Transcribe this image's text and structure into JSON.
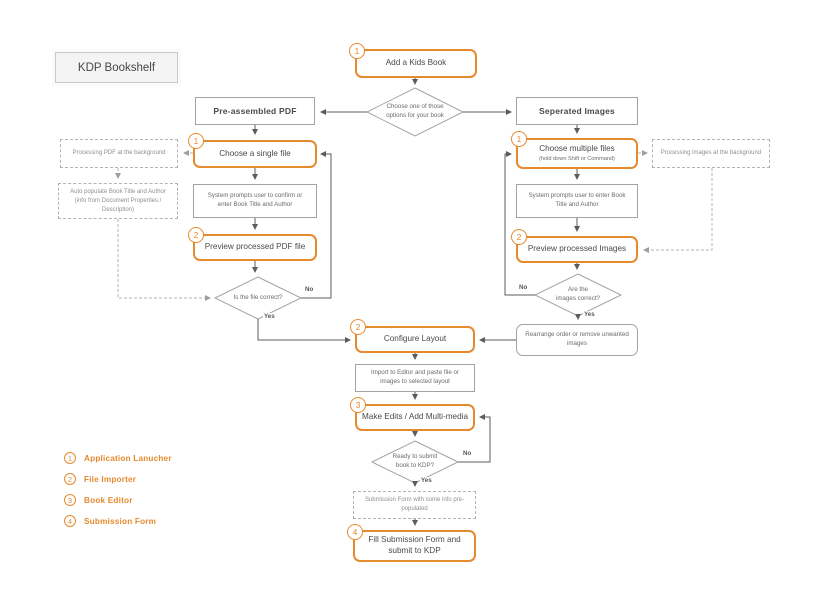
{
  "palette": {
    "accent_orange": "#e68a2e",
    "box_border_grey": "#a3a3a3",
    "dashed_grey": "#b3b3b3",
    "connector_grey": "#5c5c5c",
    "text_dark": "#4a4a4a",
    "text_muted": "#6b6b6b"
  },
  "title_box": {
    "label": "KDP Bookshelf"
  },
  "nodes": {
    "add_kids_book": {
      "badge": "1",
      "label": "Add a Kids Book"
    },
    "choose_options": {
      "line1": "Choose one of those",
      "line2": "options for your book"
    },
    "pre_assembled_pdf": {
      "label": "Pre-assembled PDF"
    },
    "seperated_images": {
      "label": "Seperated Images"
    },
    "processing_pdf": {
      "label": "Processing PDF at the background"
    },
    "choose_single_file": {
      "badge": "1",
      "label": "Choose a single file"
    },
    "choose_multiple_files": {
      "badge": "1",
      "label": "Choose multiple files",
      "sublabel": "(hold down Shift or Command)"
    },
    "processing_images": {
      "label": "Processing images at the background"
    },
    "auto_populate": {
      "line1": "Auto populate Book Title and Author",
      "line2": "(info from Document Properties / Description)"
    },
    "system_prompts_confirm": {
      "label": "System prompts user to confirm or enter Book Title and Author"
    },
    "system_prompts_enter": {
      "label": "System prompts user to enter Book Title and Author"
    },
    "preview_pdf": {
      "badge": "2",
      "label": "Preview processed PDF file"
    },
    "preview_images": {
      "badge": "2",
      "label": "Preview processed  Images"
    },
    "file_correct": {
      "question": "Is the file correct?",
      "yes": "Yes",
      "no": "No"
    },
    "images_correct": {
      "line1": "Are the",
      "line2": "images correct?",
      "yes": "Yes",
      "no": "No"
    },
    "configure_layout": {
      "badge": "2",
      "label": "Configure Layout"
    },
    "rearrange": {
      "label": "Rearrange order or remove unwanted images"
    },
    "import_editor": {
      "label": "Import to Editor and paste file or images to selected layout"
    },
    "make_edits": {
      "badge": "3",
      "label": "Make Edits / Add Multi-media"
    },
    "ready_submit": {
      "line1": "Ready to submit",
      "line2": "book to KDP?",
      "yes": "Yes",
      "no": "No"
    },
    "submission_form": {
      "label": "Submission Form with some info pre-populated"
    },
    "fill_submission": {
      "badge": "4",
      "line1": "Fill Submission Form and",
      "line2": "submit to KDP"
    }
  },
  "legend": {
    "items": [
      {
        "num": "1",
        "label": "Application Lanucher"
      },
      {
        "num": "2",
        "label": "File Importer"
      },
      {
        "num": "3",
        "label": "Book Editor"
      },
      {
        "num": "4",
        "label": "Submission Form"
      }
    ]
  }
}
